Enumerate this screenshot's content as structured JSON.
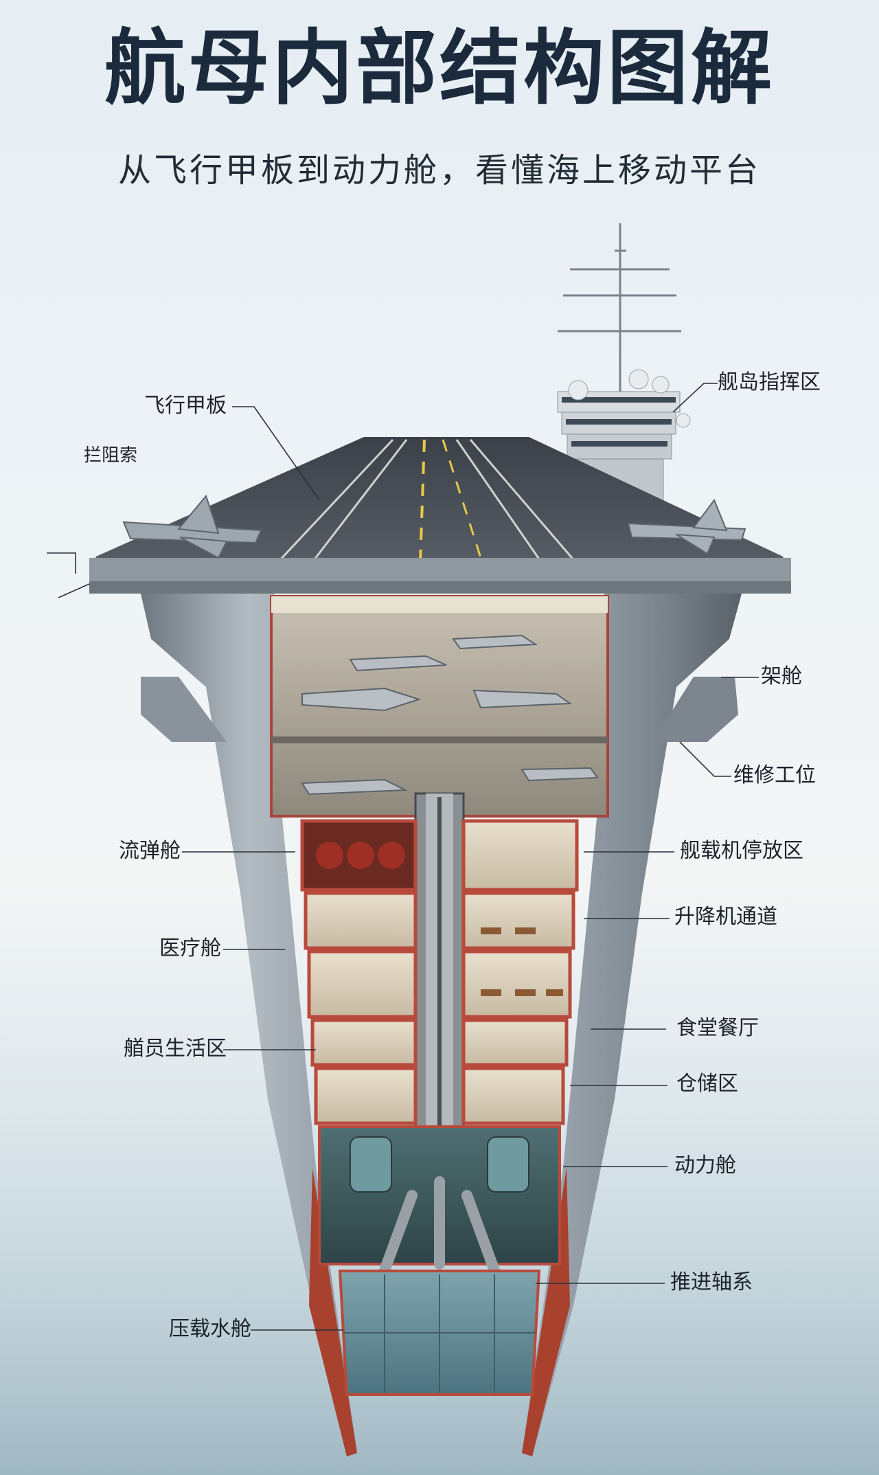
{
  "header": {
    "title": "航母内部结构图解",
    "subtitle": "从飞行甲板到动力舱，看懂海上移动平台"
  },
  "labels": {
    "flight_deck": "飞行甲板",
    "arresting_wire": "拦阻索",
    "island_command": "舰岛指挥区",
    "rack_bay": "架舱",
    "maintenance": "维修工位",
    "ammo_bay": "流弹舱",
    "aircraft_parking": "舰载机停放区",
    "elevator_shaft": "升降机通道",
    "medical_bay": "医疗舱",
    "mess_hall": "食堂餐厅",
    "crew_quarters": "艏员生活区",
    "storage": "仓储区",
    "power_bay": "动力舱",
    "propulsion_shaft": "推进轴系",
    "ballast_tank": "压载水舱"
  },
  "colors": {
    "title": "#1b2a3c",
    "hull_gray": "#9aa3ab",
    "hull_red": "#a8412e",
    "deck": "#4a5058",
    "compartment_red": "#b84a3c",
    "interior_light": "#e6dccb"
  }
}
